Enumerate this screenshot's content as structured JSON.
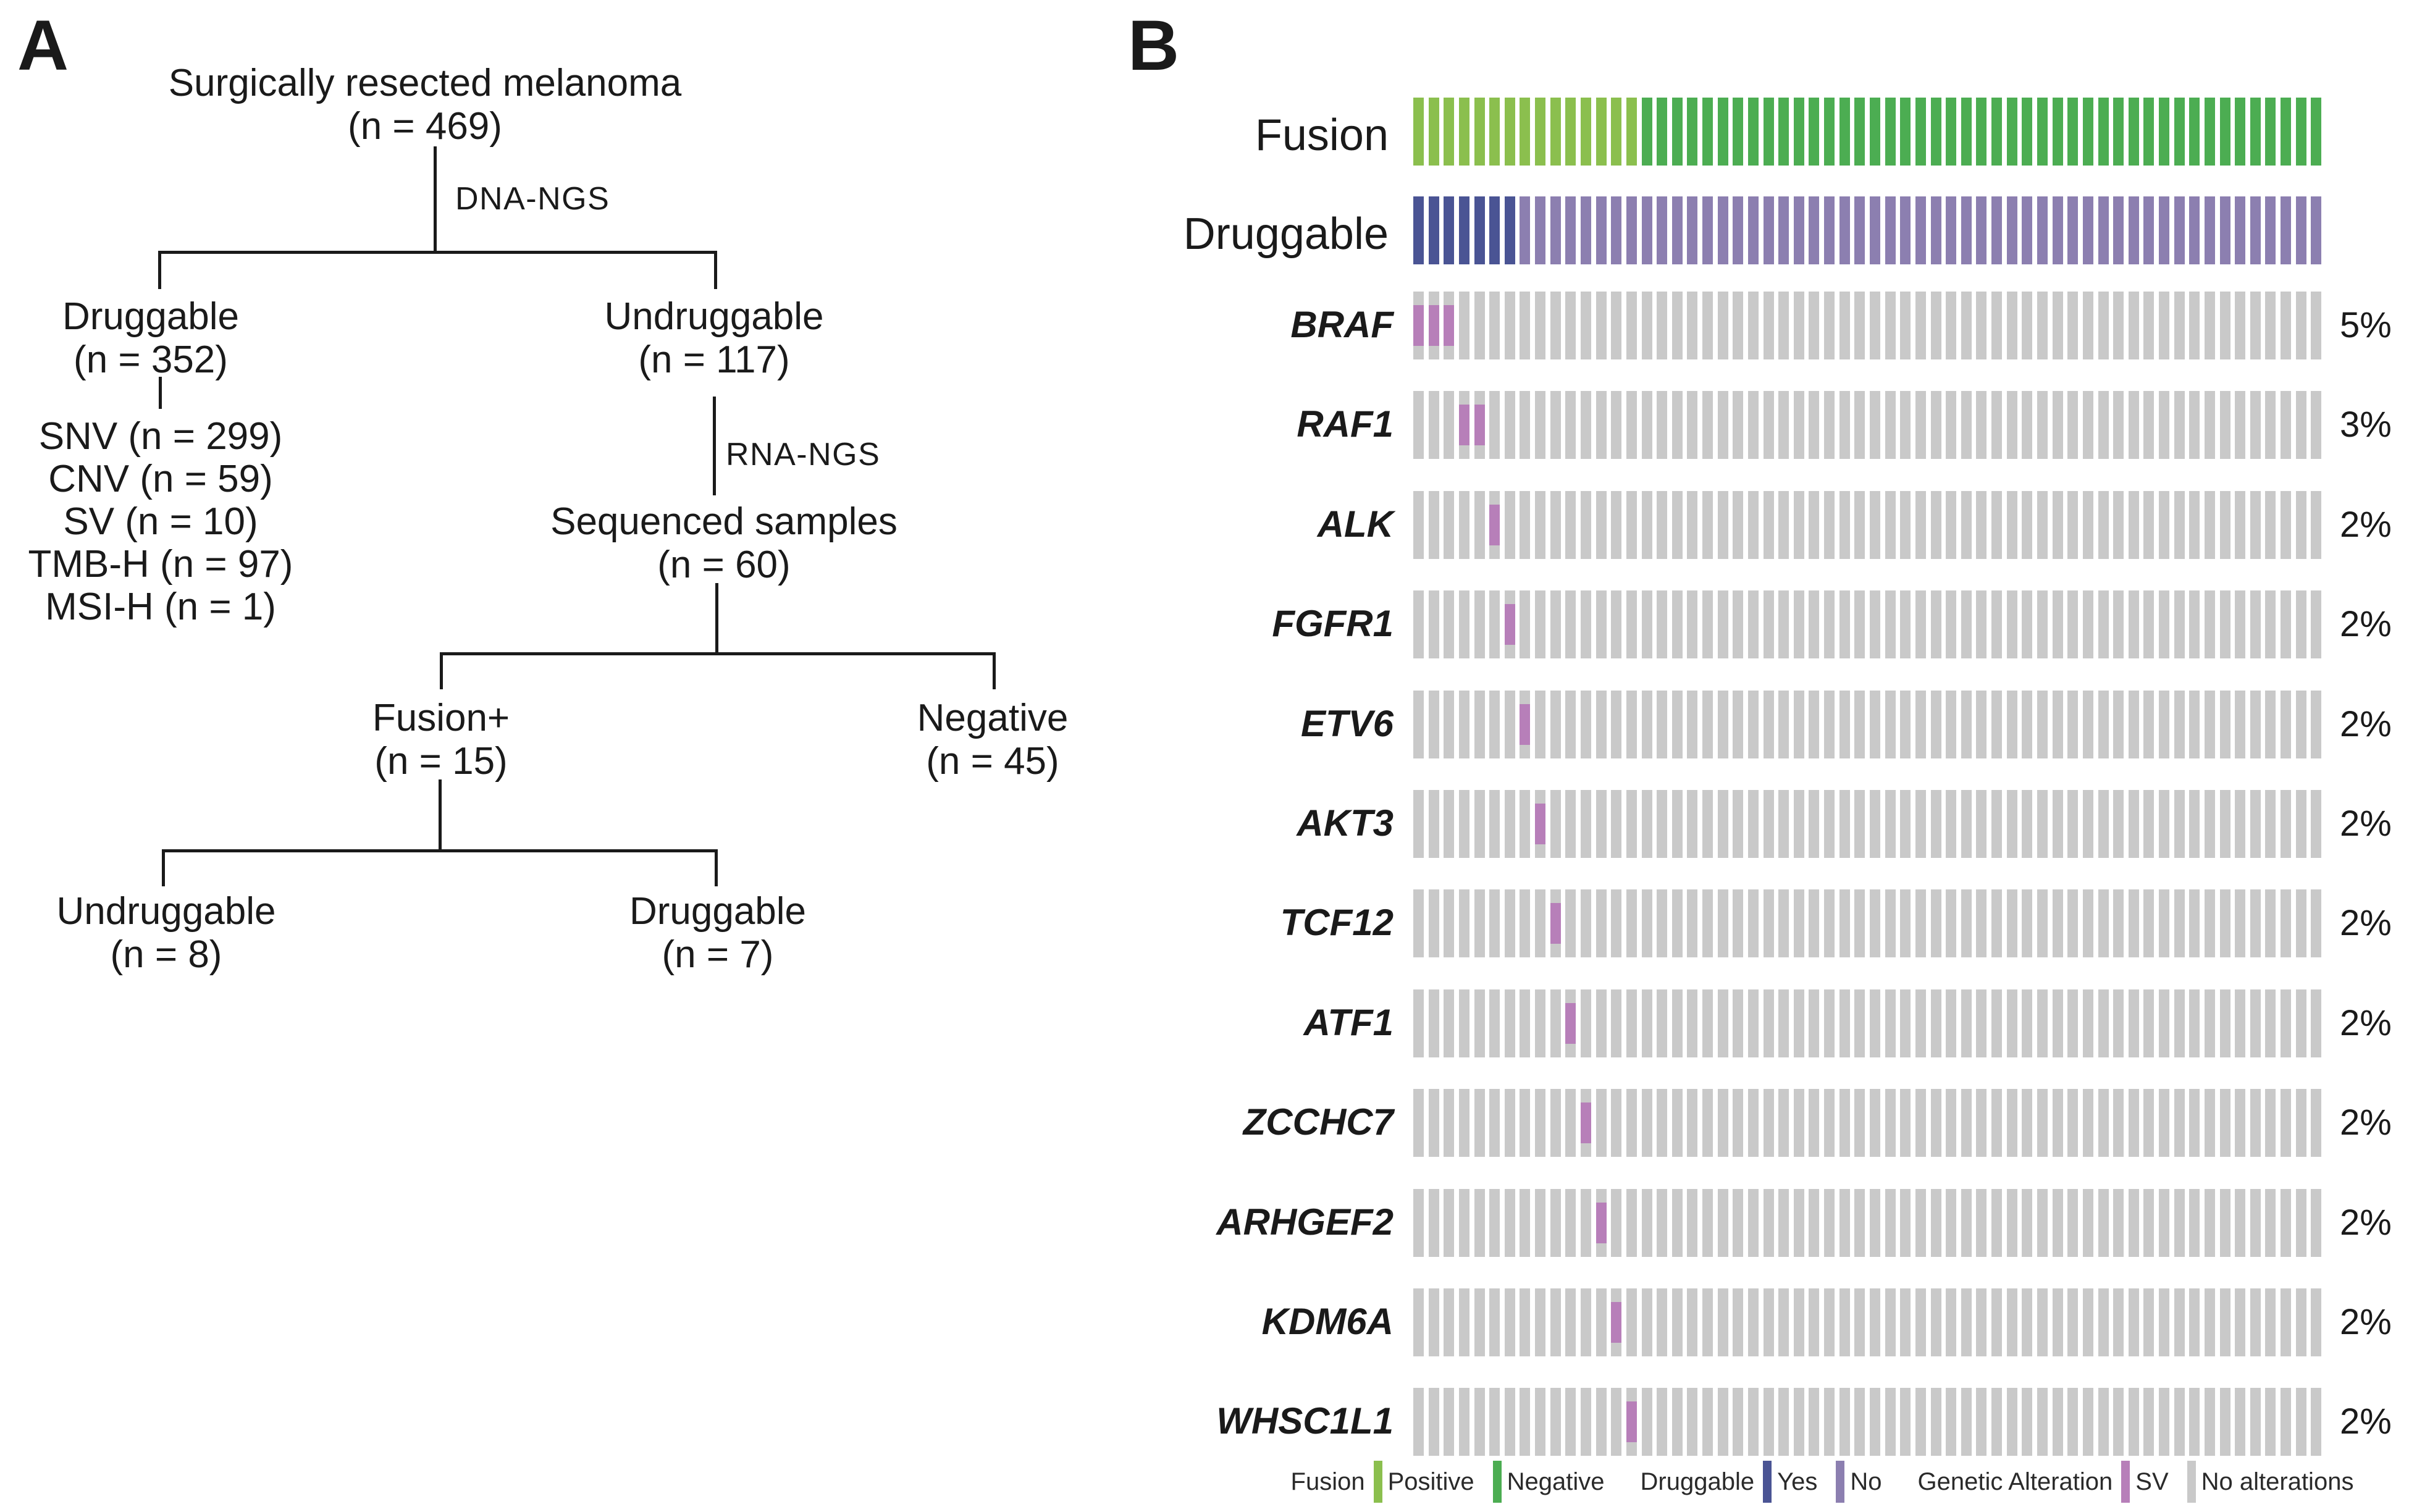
{
  "panel_a": {
    "label": "A",
    "root": {
      "line1": "Surgically resected melanoma",
      "line2": "(n = 469)"
    },
    "dna_ngs": "DNA-NGS",
    "druggable": {
      "line1": "Druggable",
      "line2": "(n = 352)"
    },
    "undruggable": {
      "line1": "Undruggable",
      "line2": "(n = 117)"
    },
    "alteration_list": [
      "SNV (n = 299)",
      "CNV (n = 59)",
      "SV (n = 10)",
      "TMB-H (n = 97)",
      "MSI-H (n = 1)"
    ],
    "rna_ngs": "RNA-NGS",
    "sequenced": {
      "line1": "Sequenced samples",
      "line2": "(n = 60)"
    },
    "fusion_positive": {
      "line1": "Fusion+",
      "line2": "(n = 15)"
    },
    "negative": {
      "line1": "Negative",
      "line2": "(n = 45)"
    },
    "undruggable_fusion": {
      "line1": "Undruggable",
      "line2": "(n = 8)"
    },
    "druggable_fusion": {
      "line1": "Druggable",
      "line2": "(n = 7)"
    }
  },
  "panel_b": {
    "label": "B"
  },
  "chart_data": {
    "type": "heatmap",
    "subtype": "oncoprint",
    "n_samples": 60,
    "grid": false,
    "legend_position": "bottom",
    "tracks": [
      {
        "label": "Fusion",
        "segments": [
          {
            "value": "Positive",
            "count": 15,
            "color_key": "fusion_positive"
          },
          {
            "value": "Negative",
            "count": 45,
            "color_key": "fusion_negative"
          }
        ]
      },
      {
        "label": "Druggable",
        "segments": [
          {
            "value": "Yes",
            "count": 7,
            "color_key": "druggable_yes"
          },
          {
            "value": "No",
            "count": 53,
            "color_key": "druggable_no"
          }
        ]
      }
    ],
    "genes": [
      {
        "gene": "BRAF",
        "frequency": "5%",
        "sv_sample_indices": [
          1,
          2,
          3
        ]
      },
      {
        "gene": "RAF1",
        "frequency": "3%",
        "sv_sample_indices": [
          4,
          5
        ]
      },
      {
        "gene": "ALK",
        "frequency": "2%",
        "sv_sample_indices": [
          6
        ]
      },
      {
        "gene": "FGFR1",
        "frequency": "2%",
        "sv_sample_indices": [
          7
        ]
      },
      {
        "gene": "ETV6",
        "frequency": "2%",
        "sv_sample_indices": [
          8
        ]
      },
      {
        "gene": "AKT3",
        "frequency": "2%",
        "sv_sample_indices": [
          9
        ]
      },
      {
        "gene": "TCF12",
        "frequency": "2%",
        "sv_sample_indices": [
          10
        ]
      },
      {
        "gene": "ATF1",
        "frequency": "2%",
        "sv_sample_indices": [
          11
        ]
      },
      {
        "gene": "ZCCHC7",
        "frequency": "2%",
        "sv_sample_indices": [
          12
        ]
      },
      {
        "gene": "ARHGEF2",
        "frequency": "2%",
        "sv_sample_indices": [
          13
        ]
      },
      {
        "gene": "KDM6A",
        "frequency": "2%",
        "sv_sample_indices": [
          14
        ]
      },
      {
        "gene": "WHSC1L1",
        "frequency": "2%",
        "sv_sample_indices": [
          15
        ]
      }
    ],
    "legend": [
      {
        "label": "Fusion",
        "color_key": null,
        "gap": 0
      },
      {
        "label": "Positive",
        "color_key": "fusion_positive",
        "gap": 14
      },
      {
        "label": "Negative",
        "color_key": "fusion_negative",
        "gap": 30
      },
      {
        "label": "Druggable",
        "color_key": null,
        "gap": 58
      },
      {
        "label": "Yes",
        "color_key": "druggable_yes",
        "gap": 14
      },
      {
        "label": "No",
        "color_key": "druggable_no",
        "gap": 30
      },
      {
        "label": "Genetic Alteration",
        "color_key": null,
        "gap": 58
      },
      {
        "label": "SV",
        "color_key": "sv",
        "gap": 14
      },
      {
        "label": "No alterations",
        "color_key": "no_alteration",
        "gap": 30
      }
    ],
    "colors": {
      "fusion_positive": "#8bbf4e",
      "fusion_negative": "#4cad52",
      "druggable_yes": "#4a5494",
      "druggable_no": "#8c7fb0",
      "sv": "#b77fb9",
      "no_alteration": "#c9c9c9"
    }
  }
}
